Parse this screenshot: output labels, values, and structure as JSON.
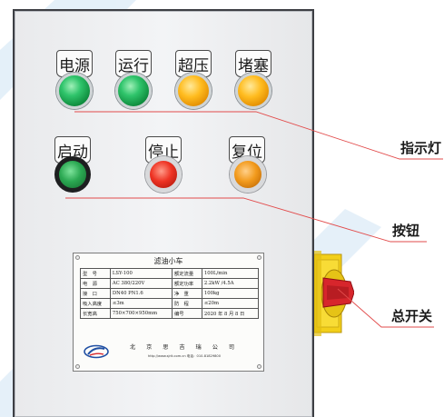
{
  "indicators": [
    {
      "label": "电源",
      "color": "green"
    },
    {
      "label": "运行",
      "color": "green"
    },
    {
      "label": "超压",
      "color": "amber"
    },
    {
      "label": "堵塞",
      "color": "amber"
    }
  ],
  "buttons": [
    {
      "label": "启动",
      "color": "green"
    },
    {
      "label": "停止",
      "color": "red"
    },
    {
      "label": "复位",
      "color": "orange"
    }
  ],
  "nameplate": {
    "title": "滤油小车",
    "rows": [
      [
        "型　号",
        "LSY-100",
        "额定流量",
        "100L/min"
      ],
      [
        "电　源",
        "AC 380/220V",
        "额定功率",
        "2.2kW /4.5A"
      ],
      [
        "接　口",
        "DN40 PN1.6",
        "净　重",
        "100kg"
      ],
      [
        "吸入高度",
        "≤3m",
        "防　程",
        "≤20m"
      ],
      [
        "长宽高",
        "750×700×950mm",
        "编号",
        "2020 年 8 月 8 日"
      ]
    ],
    "company": "北 京 思 吉 瑞 公 司",
    "website": "http://www.sjrit.com.cn  电话：010-81829800"
  },
  "callouts": {
    "indicator_lamps": "指示灯",
    "buttons": "按钮",
    "main_switch": "总开关"
  },
  "colors": {
    "leader_line": "#e24b4b",
    "switch_yellow": "#f6d21c",
    "switch_red": "#d7262c",
    "watermark": "#cfe4f5"
  }
}
